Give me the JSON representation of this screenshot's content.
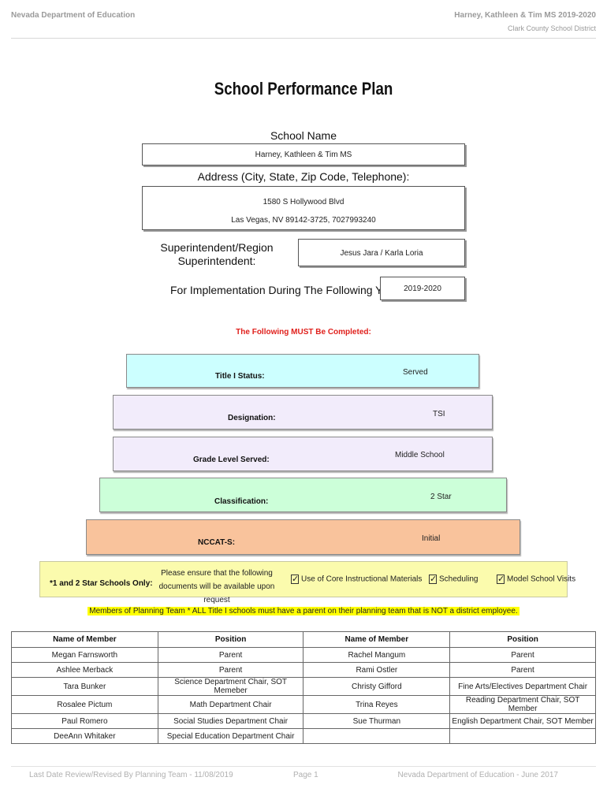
{
  "header": {
    "org": "Nevada Department of Education",
    "school_year": "Harney, Kathleen & Tim MS  2019-2020",
    "district": "Clark County School District"
  },
  "title": "School Performance Plan",
  "school_name": {
    "label": "School Name",
    "value": "Harney, Kathleen & Tim MS"
  },
  "address": {
    "label": "Address (City, State, Zip Code, Telephone):",
    "line1": "1580 S Hollywood Blvd",
    "line2": "Las Vegas, NV  89142-3725, 7027993240"
  },
  "superintendent": {
    "label_line1": "Superintendent/Region",
    "label_line2": "Superintendent:",
    "value": "Jesus Jara / Karla Loria"
  },
  "implementation": {
    "label": "For Implementation During The Following Years:",
    "value": "2019-2020"
  },
  "must_complete": "The Following MUST Be Completed:",
  "status": {
    "title1": {
      "label": "Title I Status:",
      "value": "Served",
      "color": "#ccffff"
    },
    "designation": {
      "label": "Designation:",
      "value": "TSI",
      "color": "#f2ecfb"
    },
    "grade_level": {
      "label": "Grade Level Served:",
      "value": "Middle School",
      "color": "#f2ecfb"
    },
    "classification": {
      "label": "Classification:",
      "value": "2 Star",
      "color": "#ccffd9"
    },
    "nccat": {
      "label": "NCCAT-S:",
      "value": "Initial",
      "color": "#f9c39c"
    }
  },
  "star_schools": {
    "label": "*1 and 2 Star Schools Only:",
    "ensure_text": "Please ensure that the following documents will be available upon request",
    "check_mark": "✓",
    "items": [
      "Use of Core Instructional Materials",
      "Scheduling",
      "Model School Visits"
    ]
  },
  "members_note": "Members of Planning Team * ALL Title I schools must have a parent on their planning team that is NOT a district employee.",
  "team_table": {
    "headers": [
      "Name of Member",
      "Position",
      "Name of Member",
      "Position"
    ],
    "rows": [
      [
        "Megan Farnsworth",
        "Parent",
        "Rachel Mangum",
        "Parent"
      ],
      [
        "Ashlee Merback",
        "Parent",
        "Rami Ostler",
        "Parent"
      ],
      [
        "Tara Bunker",
        "Science Department Chair, SOT Memeber",
        "Christy Gifford",
        "Fine Arts/Electives Department Chair"
      ],
      [
        "Rosalee Pictum",
        "Math Department Chair",
        "Trina Reyes",
        "Reading Department Chair, SOT Member"
      ],
      [
        "Paul Romero",
        "Social Studies Department Chair",
        "Sue Thurman",
        "English Department Chair, SOT Member"
      ],
      [
        "DeeAnn Whitaker",
        "Special Education Department Chair",
        "",
        ""
      ]
    ]
  },
  "footer": {
    "review": "Last Date Review/Revised By Planning Team - 11/08/2019",
    "page": "Page 1",
    "source": "Nevada Department of Education - June 2017"
  }
}
